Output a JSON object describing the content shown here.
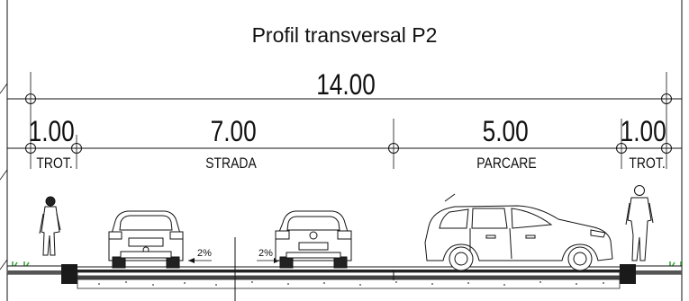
{
  "title": "Profil transversal P2",
  "total_width": "14.00",
  "segments": [
    {
      "value": "1.00",
      "label": "TROT."
    },
    {
      "value": "7.00",
      "label": "STRADA"
    },
    {
      "value": "5.00",
      "label": "PARCARE"
    },
    {
      "value": "1.00",
      "label": "TROT."
    }
  ],
  "slopes": [
    "2%",
    "2%"
  ],
  "colors": {
    "line": "#111111",
    "grass": "#3aa63a",
    "pavement": "#222222"
  }
}
